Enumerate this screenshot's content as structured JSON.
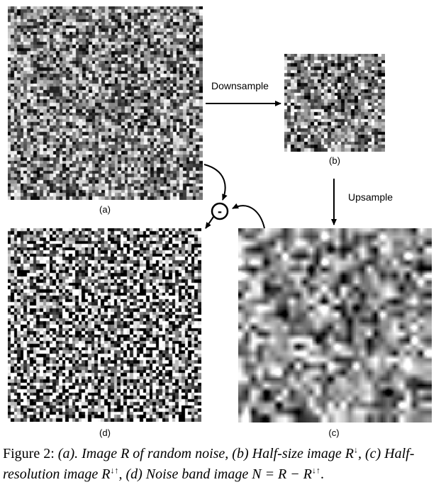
{
  "figure": {
    "panels": {
      "a": {
        "label": "(a)"
      },
      "b": {
        "label": "(b)"
      },
      "c": {
        "label": "(c)"
      },
      "d": {
        "label": "(d)"
      }
    },
    "arrows": {
      "downsample": "Downsample",
      "upsample": "Upsample"
    },
    "operator_symbol": "-"
  },
  "caption": {
    "prefix": "Figure 2: ",
    "part_a": "(a). Image R of random noise, (b) Half-size image R",
    "sup_a": "↓",
    "part_b": ", (c) Half-resolution image R",
    "sup_b": "↓↑",
    "part_c": ", (d) Noise band image N = R − R",
    "sup_c": "↓↑",
    "suffix": "."
  }
}
